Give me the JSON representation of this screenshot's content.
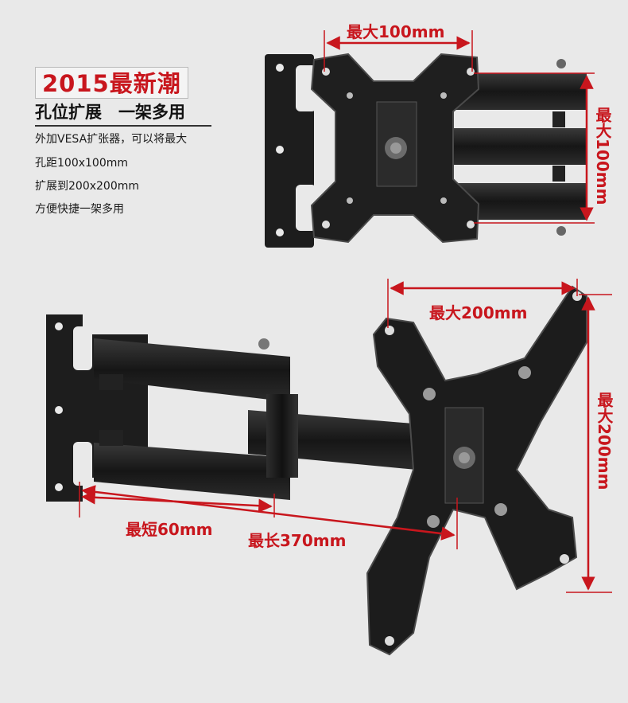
{
  "headline": "2015最新潮",
  "subheading": "孔位扩展　一架多用",
  "description": [
    "外加VESA扩张器，可以将最大",
    "孔距100x100mm",
    "扩展到200x200mm",
    "方便快捷一架多用"
  ],
  "dimensions": {
    "top_width": "最大100mm",
    "top_height": "最大100mm",
    "bottom_width": "最大200mm",
    "bottom_height": "最大200mm",
    "min_extension": "最短60mm",
    "max_extension": "最长370mm"
  },
  "colors": {
    "accent_red": "#c8161d",
    "background": "#e9e9e9",
    "metal": "#1b1b1b"
  },
  "icons": [
    "tv-wall-mount-closed-image",
    "tv-wall-mount-extended-image"
  ]
}
